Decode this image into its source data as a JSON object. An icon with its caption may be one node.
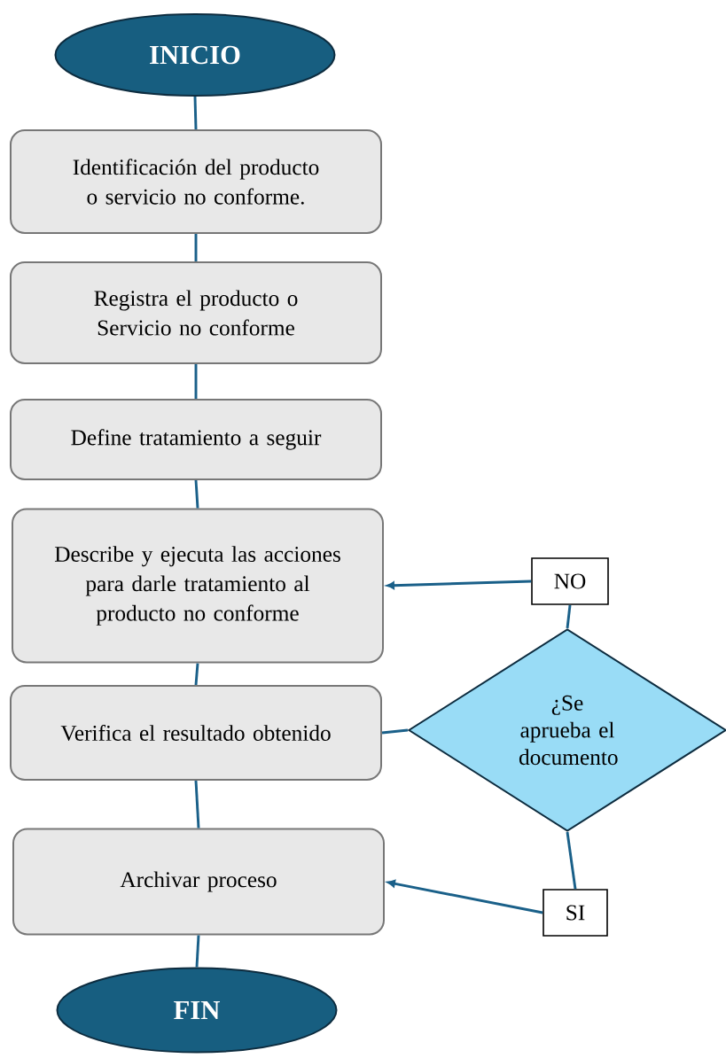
{
  "diagram": {
    "nodes": [
      {
        "text": [
          "INICIO"
        ]
      },
      {
        "text": [
          "Identificación del producto o servicio no conforme."
        ]
      },
      {
        "text": [
          "Registra el producto o Servicio no conforme"
        ]
      },
      {
        "text": [
          "Define tratamiento a seguir"
        ]
      },
      {
        "text": [
          "Describe y ejecuta las acciones para darle tratamiento al producto no conforme"
        ]
      },
      {
        "text": [
          "Verifica el resultado obtenido"
        ]
      },
      {
        "text": [
          "Archivar proceso"
        ]
      },
      {
        "text": [
          "FIN"
        ]
      },
      {
        "text": [
          "¿Se aprueba el documento"
        ]
      },
      {
        "text": [
          "NO"
        ]
      },
      {
        "text": [
          "SI"
        ]
      }
    ],
    "edges": [
      {
        "from": 0,
        "to": 1,
        "arrow": "none"
      },
      {
        "from": 1,
        "to": 2,
        "arrow": "none"
      },
      {
        "from": 2,
        "to": 3,
        "arrow": "none"
      },
      {
        "from": 3,
        "to": 4,
        "arrow": "none"
      },
      {
        "from": 4,
        "to": 5,
        "arrow": "none"
      },
      {
        "from": 5,
        "to": 6,
        "arrow": "none"
      },
      {
        "from": 6,
        "to": 7,
        "arrow": "none"
      },
      {
        "from": 5,
        "to": 8,
        "arrow": "none"
      },
      {
        "from": 8,
        "to": 9,
        "arrow": "none"
      },
      {
        "from": 9,
        "to": 4,
        "arrow": "to"
      },
      {
        "from": 8,
        "to": 10,
        "arrow": "none"
      },
      {
        "from": 10,
        "to": 6,
        "arrow": "to"
      }
    ]
  }
}
